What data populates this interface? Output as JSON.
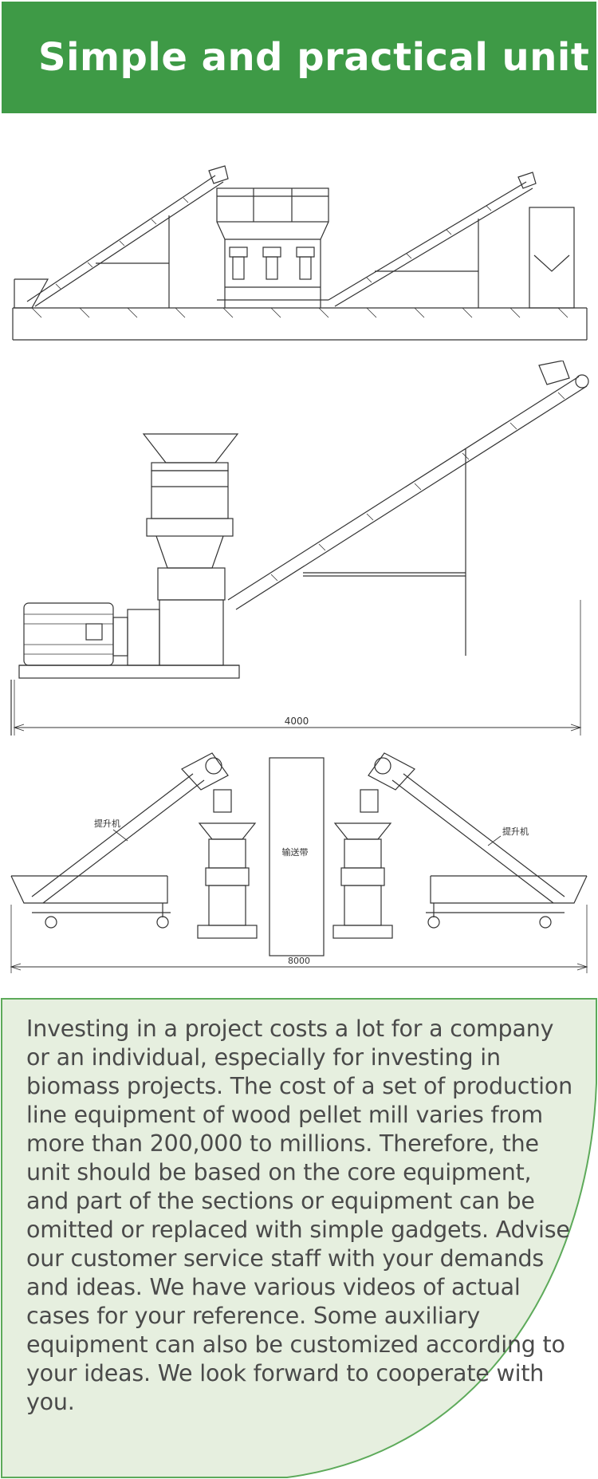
{
  "header": {
    "title": "Simple and practical unit"
  },
  "drawings": {
    "d2_dimension": "4000",
    "d3_dimension": "8000",
    "d3_left_label": "提升机",
    "d3_center_label": "输送带",
    "d3_right_label": "提升机"
  },
  "description": {
    "text": "Investing in a project costs a lot for a company or an individual, especially for investing in biomass projects. The cost of a set of production line equipment of wood pellet mill varies from more than 200,000 to millions. Therefore, the unit should be based on the core equipment, and part of the sections or equipment can be omitted or replaced with simple gadgets. Advise our customer service staff with your demands and ideas. We have various videos of actual cases for your reference. Some auxiliary equipment can also be customized according to your ideas. We look forward to cooperate with you."
  },
  "colors": {
    "header_bg": "#3e9a46",
    "panel_bg": "#e6efdf",
    "panel_border": "#5daa5a",
    "text": "#4a4a4a"
  }
}
